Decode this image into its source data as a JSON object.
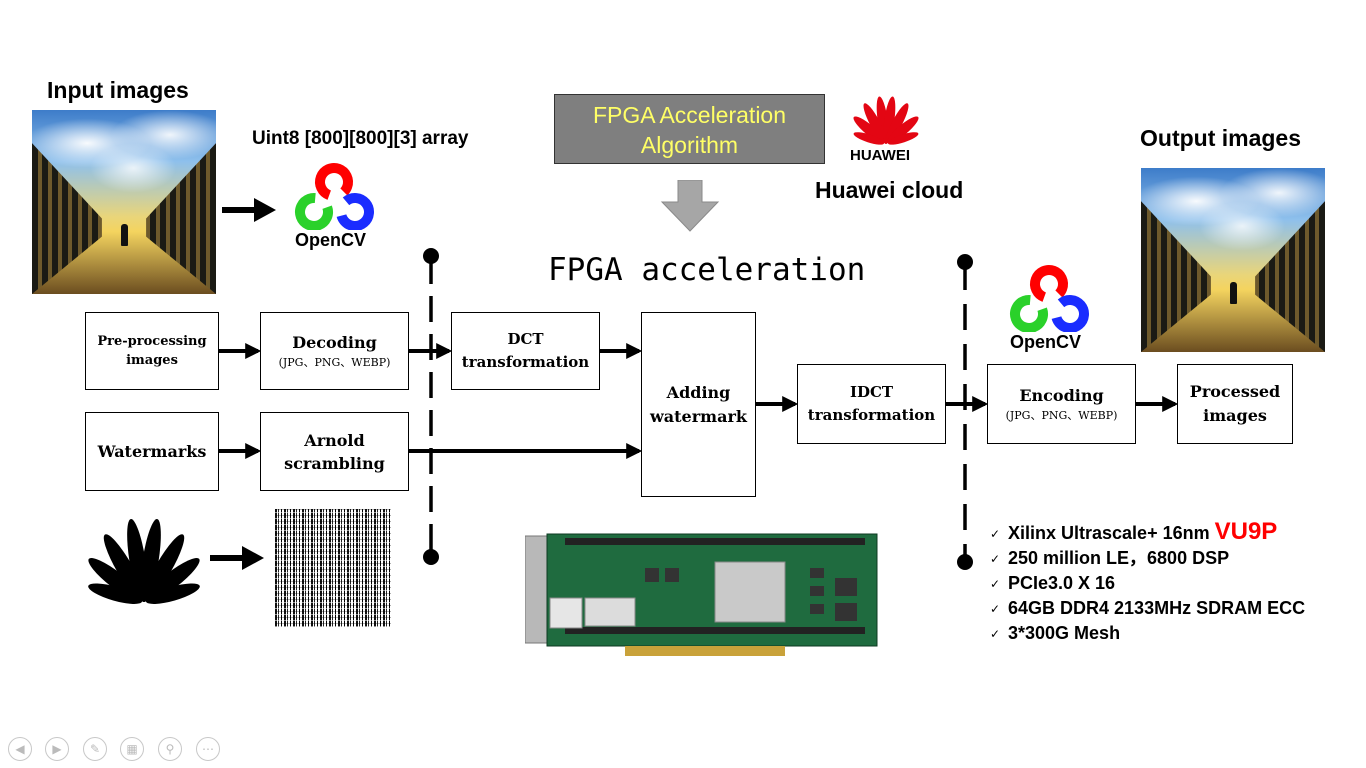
{
  "labels": {
    "input_images": "Input images",
    "array": "Uint8 [800][800][3] array",
    "fpga_alg_line1": "FPGA Acceleration",
    "fpga_alg_line2": "Algorithm",
    "huawei_logo_text": "HUAWEI",
    "huawei_cloud": "Huawei cloud",
    "output_images": "Output images",
    "fpga_acceleration": "FPGA acceleration",
    "opencv": "OpenCV"
  },
  "boxes": {
    "preprocessing_line1": "Pre-processing",
    "preprocessing_line2": "images",
    "decoding": "Decoding",
    "decoding_formats": "(JPG、PNG、WEBP)",
    "dct_line1": "DCT",
    "dct_line2": "transformation",
    "adding_line1": "Adding",
    "adding_line2": "watermark",
    "idct_line1": "IDCT",
    "idct_line2": "transformation",
    "encoding": "Encoding",
    "encoding_formats": "(JPG、PNG、WEBP)",
    "processed_line1": "Processed",
    "processed_line2": "images",
    "watermarks": "Watermarks",
    "arnold_line1": "Arnold",
    "arnold_line2": "scrambling"
  },
  "specs": {
    "item1_text": "Xilinx Ultrascale+ 16nm ",
    "item1_highlight": "VU9P",
    "item2": "250 million LE，6800 DSP",
    "item3": "PCIe3.0 X 16",
    "item4": "64GB DDR4 2133MHz SDRAM ECC",
    "item5": "3*300G Mesh",
    "check": "✓"
  },
  "colors": {
    "alg_box_bg": "#7f7f7f",
    "alg_text": "#ffff66",
    "highlight_red": "#ff0000",
    "huawei_red": "#e30613",
    "opencv_red": "#ff0000",
    "opencv_green": "#2ad12a",
    "opencv_blue": "#1a2cff"
  },
  "icons": [
    "arrow-right-icon",
    "down-arrow-icon",
    "opencv-logo-icon",
    "huawei-logo-icon",
    "check-icon"
  ]
}
